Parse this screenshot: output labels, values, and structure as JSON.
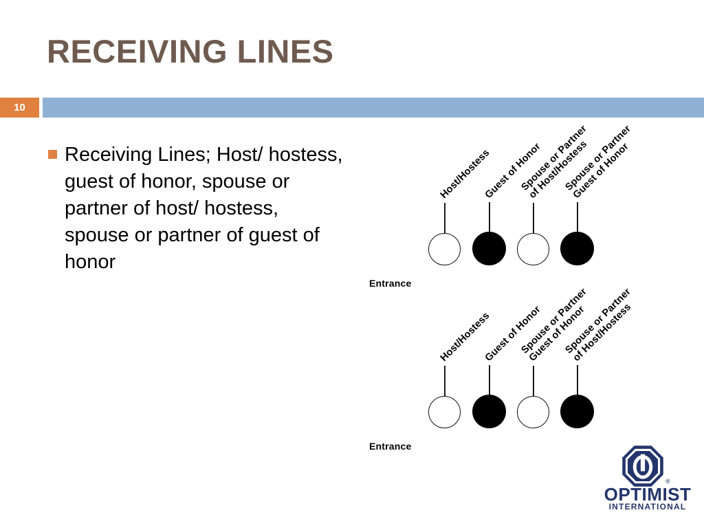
{
  "slide": {
    "title": "RECEIVING LINES",
    "number": "10",
    "accent_orange": "#E0813F",
    "accent_blue": "#8FB2D4",
    "title_color": "#6E5A4F",
    "logo_color": "#24356B"
  },
  "body": {
    "bullet_text": "Receiving Lines; Host/ hostess, guest of honor, spouse or partner of host/ hostess, spouse or partner of guest of honor"
  },
  "diagrams": [
    {
      "id": "diagram-1",
      "entrance_label": "Entrance",
      "stations": [
        {
          "label_line1": "Host/Hostess",
          "label_line2": "",
          "node": "open"
        },
        {
          "label_line1": "Guest of Honor",
          "label_line2": "",
          "node": "filled"
        },
        {
          "label_line1": "Spouse or Partner",
          "label_line2": "of Host/Hostess",
          "node": "open"
        },
        {
          "label_line1": "Spouse or Partner",
          "label_line2": "Guest of Honor",
          "node": "filled"
        }
      ]
    },
    {
      "id": "diagram-2",
      "entrance_label": "Entrance",
      "stations": [
        {
          "label_line1": "Host/Hostess",
          "label_line2": "",
          "node": "open"
        },
        {
          "label_line1": "Guest of Honor",
          "label_line2": "",
          "node": "filled"
        },
        {
          "label_line1": "Spouse or Partner",
          "label_line2": "Guest of Honor",
          "node": "open"
        },
        {
          "label_line1": "Spouse or Partner",
          "label_line2": "of Host/Hostess",
          "node": "filled"
        }
      ]
    }
  ],
  "logo": {
    "wordmark": "OPTIMIST",
    "subtitle": "INTERNATIONAL",
    "registered_mark": "®"
  }
}
